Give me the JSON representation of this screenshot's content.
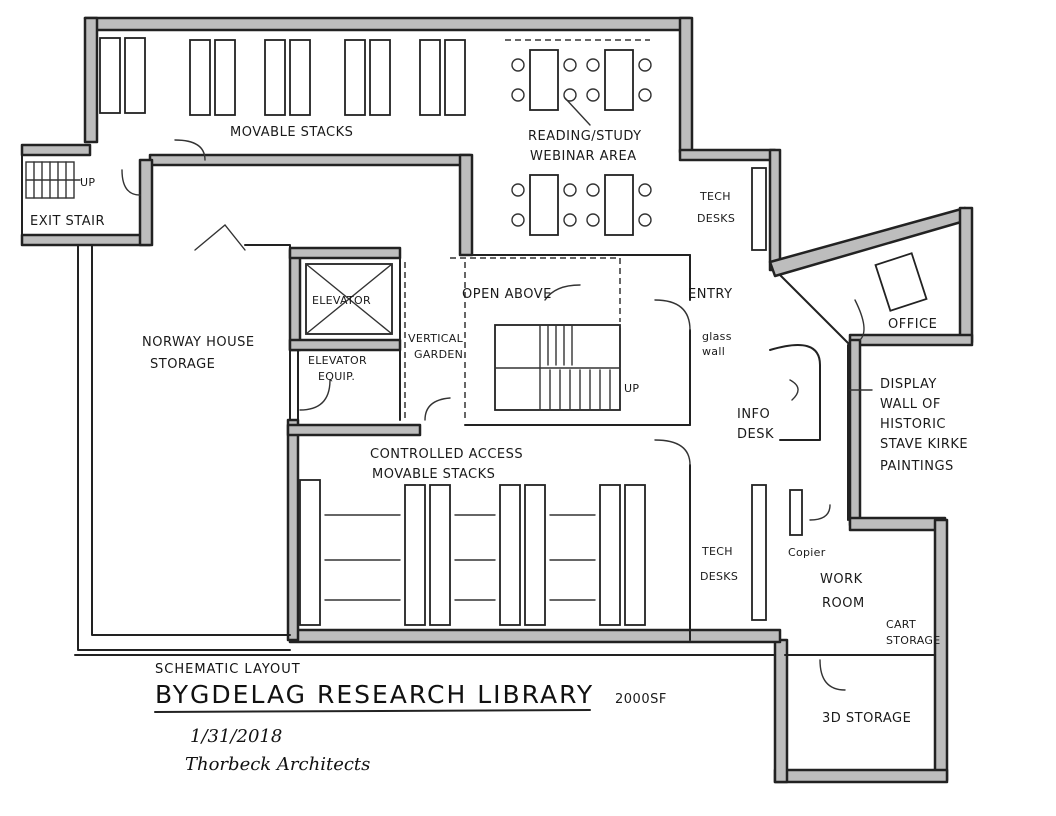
{
  "rooms": {
    "movable_stacks": "MOVABLE STACKS",
    "reading_study": [
      "READING/STUDY",
      "WEBINAR AREA"
    ],
    "exit_stair": "EXIT STAIR",
    "exit_up": "UP",
    "tech_desks_top": [
      "TECH",
      "DESKS"
    ],
    "elevator": "ELEVATOR",
    "elevator_equip": [
      "ELEVATOR",
      "EQUIP."
    ],
    "open_above": "OPEN ABOVE",
    "entry": "ENTRY",
    "glass_wall": [
      "glass",
      "wall"
    ],
    "office": "OFFICE",
    "norway_house_storage": [
      "NORWAY HOUSE",
      "STORAGE"
    ],
    "vertical_garden": [
      "VERTICAL",
      "GARDEN"
    ],
    "stair_up": "UP",
    "display_wall": [
      "DISPLAY",
      "WALL OF",
      "HISTORIC",
      "STAVE KIRKE",
      "PAINTINGS"
    ],
    "info_desk": [
      "INFO",
      "DESK"
    ],
    "controlled_access": [
      "CONTROLLED ACCESS",
      "MOVABLE STACKS"
    ],
    "tech_desks_bottom": [
      "TECH",
      "DESKS"
    ],
    "copier": "Copier",
    "work_room": [
      "WORK",
      "ROOM"
    ],
    "cart_storage": [
      "CART",
      "STORAGE"
    ],
    "storage_3d": "3D STORAGE"
  },
  "title_block": {
    "schematic": "SCHEMATIC LAYOUT",
    "title": "BYGDELAG RESEARCH LIBRARY",
    "area": "2000SF",
    "date": "1/31/2018",
    "architect": "Thorbeck Architects"
  }
}
